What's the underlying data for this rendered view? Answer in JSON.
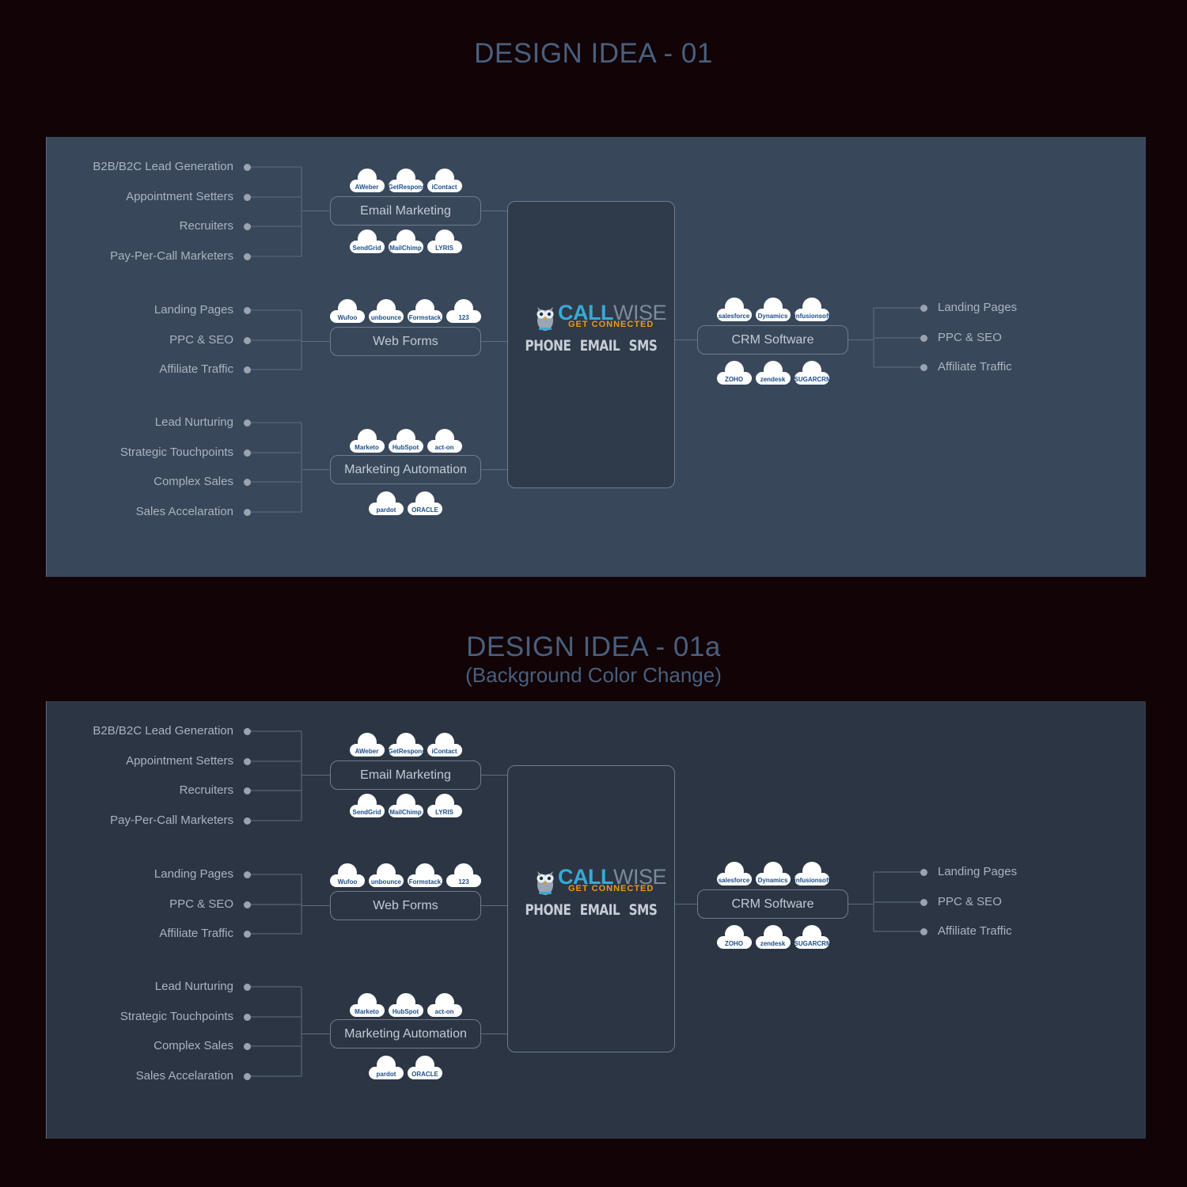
{
  "designs": [
    {
      "title": "DESIGN IDEA - 01",
      "subtitle": "",
      "panel_color": "#38475a",
      "center_fill": "#2f3a4a"
    },
    {
      "title": "DESIGN IDEA - 01a",
      "subtitle": "(Background Color Change)",
      "panel_color": "#2c3544",
      "center_fill": "#2c3544"
    }
  ],
  "diagram": {
    "left_groups": [
      {
        "node": "Email Marketing",
        "items": [
          "B2B/B2C Lead Generation",
          "Appointment Setters",
          "Recruiters",
          "Pay-Per-Call Marketers"
        ],
        "logos_top": [
          "AWeber",
          "GetResponse",
          "iContact"
        ],
        "logos_bottom": [
          "SendGrid",
          "MailChimp",
          "LYRIS"
        ]
      },
      {
        "node": "Web Forms",
        "items": [
          "Landing Pages",
          "PPC & SEO",
          "Affiliate Traffic"
        ],
        "logos_top": [
          "Wufoo",
          "unbounce",
          "Formstack",
          "123"
        ],
        "logos_bottom": []
      },
      {
        "node": "Marketing Automation",
        "items": [
          "Lead Nurturing",
          "Strategic Touchpoints",
          "Complex Sales",
          "Sales Accelaration"
        ],
        "logos_top": [
          "Marketo",
          "HubSpot",
          "act-on"
        ],
        "logos_bottom": [
          "pardot",
          "ORACLE"
        ]
      }
    ],
    "center": {
      "brand_primary": "CALL",
      "brand_secondary": "WISE",
      "tagline": "GET CONNECTED",
      "channels": "PHONE EMAIL SMS",
      "icon": "owl-logo-icon"
    },
    "right_group": {
      "node": "CRM Software",
      "items": [
        "Landing Pages",
        "PPC & SEO",
        "Affiliate Traffic"
      ],
      "logos_top": [
        "salesforce",
        "Dynamics",
        "infusionsoft"
      ],
      "logos_bottom": [
        "ZOHO",
        "zendesk",
        "SUGARCRM"
      ]
    }
  }
}
